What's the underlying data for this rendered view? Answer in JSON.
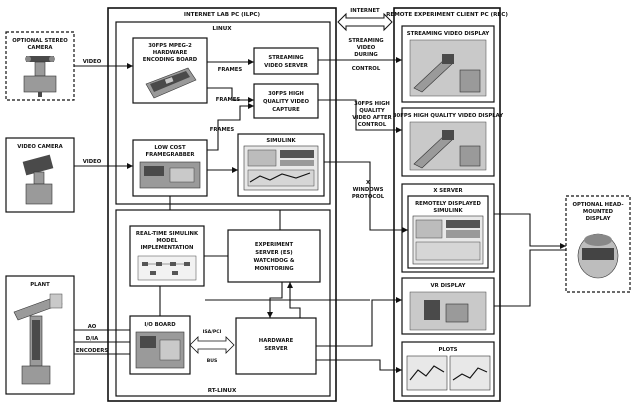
{
  "labels": {
    "lab_pc": "INTERNET LAB PC (ILPC)",
    "linux": "LINUX",
    "rt_linux": "RT-LINUX",
    "rec": "REMOTE EXPERIMENT CLIENT PC (REC)",
    "internet": "INTERNET",
    "mpeg_l1": "30FPS MPEG-2",
    "mpeg_l2": "HARDWARE",
    "mpeg_l3": "ENCODING BOARD",
    "stream_srv_l1": "STREAMING",
    "stream_srv_l2": "VIDEO SERVER",
    "hq_cap_l1": "30FPS HIGH",
    "hq_cap_l2": "QUALITY VIDEO",
    "hq_cap_l3": "CAPTURE",
    "frames1": "FRAMES",
    "frames2": "FRAMES",
    "frames3": "FRAMES",
    "fg_l1": "LOW COST",
    "fg_l2": "FRAMEGRABBER",
    "simulink": "SIMULINK",
    "rtsim_l1": "REAL-TIME SIMULINK",
    "rtsim_l2": "MODEL",
    "rtsim_l3": "IMPLEMENTATION",
    "es_l1": "EXPERIMENT",
    "es_l2": "SERVER (ES)",
    "es_l3": "WATCHDOG &",
    "es_l4": "MONITORING",
    "io_board": "I/O BOARD",
    "isa_l1": "ISA/PCI",
    "isa_l2": "BUS",
    "hw_l1": "HARDWARE",
    "hw_l2": "SERVER",
    "stereo_l1": "OPTIONAL STEREO",
    "stereo_l2": "CAMERA",
    "video_camera": "VIDEO CAMERA",
    "plant": "PLANT",
    "video1": "VIDEO",
    "video2": "VIDEO",
    "ao": "AO",
    "di": "D/IA",
    "encoders": "ENCODERS",
    "svdc_l1": "STREAMING",
    "svdc_l2": "VIDEO",
    "svdc_l3": "DURING",
    "svdc_l4": "CONTROL",
    "hqac_l1": "30FPS HIGH",
    "hqac_l2": "QUALITY",
    "hqac_l3": "VIDEO AFTER",
    "hqac_l4": "CONTROL",
    "xw_l1": "X",
    "xw_l2": "WINDOWS",
    "xw_l3": "PROTOCOL",
    "svd": "STREAMING VIDEO DISPLAY",
    "hqvd": "30FPS HIGH QUALITY VIDEO DISPLAY",
    "xserver": "X SERVER",
    "rds_l1": "REMOTELY DISPLAYED",
    "rds_l2": "SIMULINK",
    "vr": "VR DISPLAY",
    "plots": "PLOTS",
    "hmd_l1": "OPTIONAL HEAD-",
    "hmd_l2": "MOUNTED",
    "hmd_l3": "DISPLAY"
  }
}
